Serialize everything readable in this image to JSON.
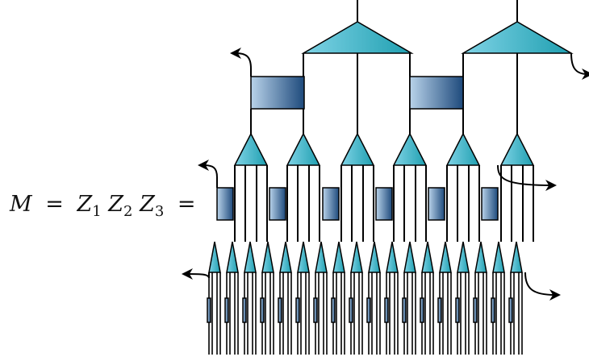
{
  "equation": {
    "lhs": "M",
    "eq1": "=",
    "z1": "Z",
    "z1_sub": "1",
    "z2": "Z",
    "z2_sub": "2",
    "z3": "Z",
    "z3_sub": "3",
    "eq2": "="
  },
  "diagram": {
    "levels": 3,
    "top_triangles": 2,
    "mid_triangles": 6,
    "bottom_triangles": 18,
    "colors": {
      "triangle_light": "#7fd3e6",
      "triangle_dark": "#1f9fb0",
      "block_light": "#b9d3ea",
      "block_dark": "#1e4a7c",
      "line": "#000000"
    }
  }
}
